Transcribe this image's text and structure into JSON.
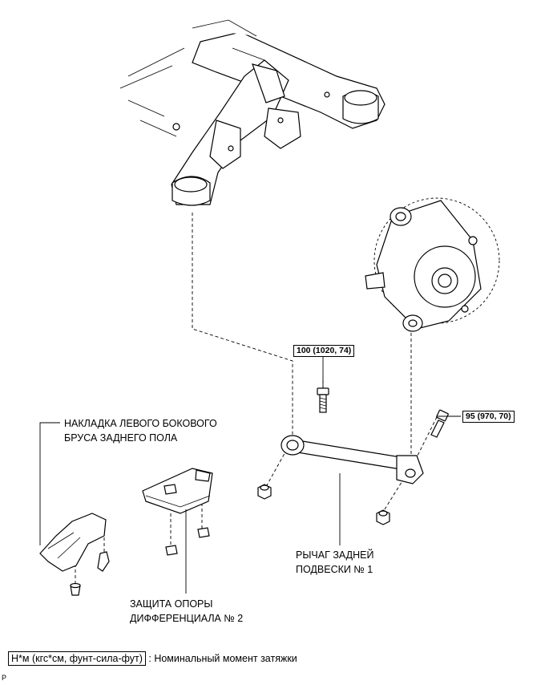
{
  "torque_labels": {
    "upper_bolt": "100 (1020, 74)",
    "right_bolt": "95 (970, 70)"
  },
  "part_labels": {
    "floor_cover_line1": "НАКЛАДКА ЛЕВОГО БОКОВОГО",
    "floor_cover_line2": "БРУСА ЗАДНЕГО ПОЛА",
    "arm_line1": "РЫЧАГ ЗАДНЕЙ",
    "arm_line2": "ПОДВЕСКИ № 1",
    "diff_line1": "ЗАЩИТА ОПОРЫ",
    "diff_line2": "ДИФФЕРЕНЦИАЛА № 2"
  },
  "legend": {
    "unit_box": "Н*м (кгс*см, фунт-сила-фут)",
    "description": ": Номинальный момент затяжки"
  },
  "figure_code": "P"
}
